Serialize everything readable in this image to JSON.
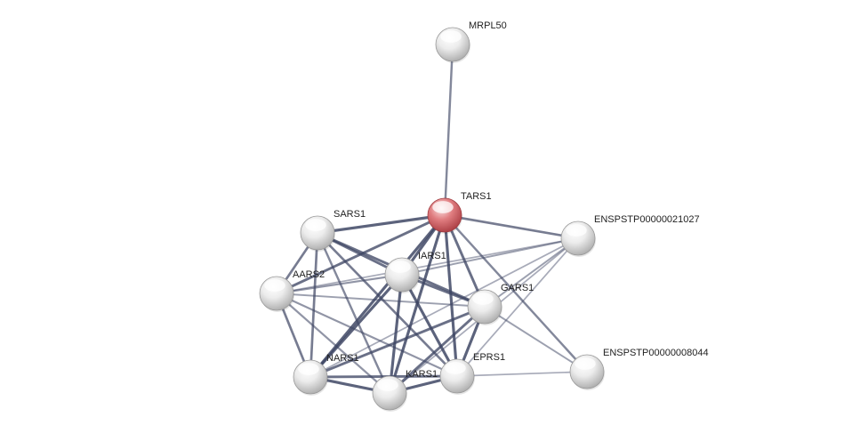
{
  "network": {
    "query_node": "TARS1",
    "colors": {
      "query": "#d9545a",
      "node": "#d8d8d8",
      "edge": "#3d4563",
      "background": "#ffffff"
    },
    "nodes": [
      {
        "id": "MRPL50",
        "label": "MRPL50"
      },
      {
        "id": "TARS1",
        "label": "TARS1"
      },
      {
        "id": "SARS1",
        "label": "SARS1"
      },
      {
        "id": "ENSPSTP00000021027",
        "label": "ENSPSTP00000021027"
      },
      {
        "id": "IARS1",
        "label": "IARS1"
      },
      {
        "id": "AARS2",
        "label": "AARS2"
      },
      {
        "id": "GARS1",
        "label": "GARS1"
      },
      {
        "id": "NARS1",
        "label": "NARS1"
      },
      {
        "id": "EPRS1",
        "label": "EPRS1"
      },
      {
        "id": "ENSPSTP00000008044",
        "label": "ENSPSTP00000008044"
      },
      {
        "id": "KARS1",
        "label": "KARS1"
      }
    ],
    "edges": [
      {
        "source": "TARS1",
        "target": "MRPL50",
        "confidence": 0.6
      },
      {
        "source": "TARS1",
        "target": "SARS1",
        "confidence": 0.9
      },
      {
        "source": "TARS1",
        "target": "IARS1",
        "confidence": 0.9
      },
      {
        "source": "TARS1",
        "target": "AARS2",
        "confidence": 0.8
      },
      {
        "source": "TARS1",
        "target": "GARS1",
        "confidence": 0.8
      },
      {
        "source": "TARS1",
        "target": "NARS1",
        "confidence": 0.9
      },
      {
        "source": "TARS1",
        "target": "KARS1",
        "confidence": 0.9
      },
      {
        "source": "TARS1",
        "target": "EPRS1",
        "confidence": 0.9
      },
      {
        "source": "TARS1",
        "target": "ENSPSTP00000021027",
        "confidence": 0.7
      },
      {
        "source": "TARS1",
        "target": "ENSPSTP00000008044",
        "confidence": 0.6
      },
      {
        "source": "SARS1",
        "target": "IARS1",
        "confidence": 0.8
      },
      {
        "source": "SARS1",
        "target": "AARS2",
        "confidence": 0.7
      },
      {
        "source": "SARS1",
        "target": "GARS1",
        "confidence": 0.8
      },
      {
        "source": "SARS1",
        "target": "NARS1",
        "confidence": 0.7
      },
      {
        "source": "SARS1",
        "target": "KARS1",
        "confidence": 0.6
      },
      {
        "source": "SARS1",
        "target": "EPRS1",
        "confidence": 0.7
      },
      {
        "source": "IARS1",
        "target": "AARS2",
        "confidence": 0.5
      },
      {
        "source": "IARS1",
        "target": "GARS1",
        "confidence": 0.8
      },
      {
        "source": "IARS1",
        "target": "NARS1",
        "confidence": 0.9
      },
      {
        "source": "IARS1",
        "target": "KARS1",
        "confidence": 0.9
      },
      {
        "source": "IARS1",
        "target": "EPRS1",
        "confidence": 0.9
      },
      {
        "source": "IARS1",
        "target": "ENSPSTP00000021027",
        "confidence": 0.4
      },
      {
        "source": "AARS2",
        "target": "GARS1",
        "confidence": 0.4
      },
      {
        "source": "AARS2",
        "target": "NARS1",
        "confidence": 0.7
      },
      {
        "source": "AARS2",
        "target": "KARS1",
        "confidence": 0.5
      },
      {
        "source": "AARS2",
        "target": "EPRS1",
        "confidence": 0.5
      },
      {
        "source": "AARS2",
        "target": "ENSPSTP00000021027",
        "confidence": 0.3
      },
      {
        "source": "GARS1",
        "target": "NARS1",
        "confidence": 0.8
      },
      {
        "source": "GARS1",
        "target": "KARS1",
        "confidence": 0.8
      },
      {
        "source": "GARS1",
        "target": "EPRS1",
        "confidence": 0.9
      },
      {
        "source": "GARS1",
        "target": "ENSPSTP00000021027",
        "confidence": 0.4
      },
      {
        "source": "GARS1",
        "target": "ENSPSTP00000008044",
        "confidence": 0.4
      },
      {
        "source": "NARS1",
        "target": "KARS1",
        "confidence": 0.9
      },
      {
        "source": "NARS1",
        "target": "EPRS1",
        "confidence": 0.8
      },
      {
        "source": "NARS1",
        "target": "ENSPSTP00000021027",
        "confidence": 0.3
      },
      {
        "source": "KARS1",
        "target": "EPRS1",
        "confidence": 0.9
      },
      {
        "source": "KARS1",
        "target": "ENSPSTP00000021027",
        "confidence": 0.3
      },
      {
        "source": "EPRS1",
        "target": "ENSPSTP00000021027",
        "confidence": 0.3
      },
      {
        "source": "EPRS1",
        "target": "ENSPSTP00000008044",
        "confidence": 0.3
      }
    ]
  }
}
